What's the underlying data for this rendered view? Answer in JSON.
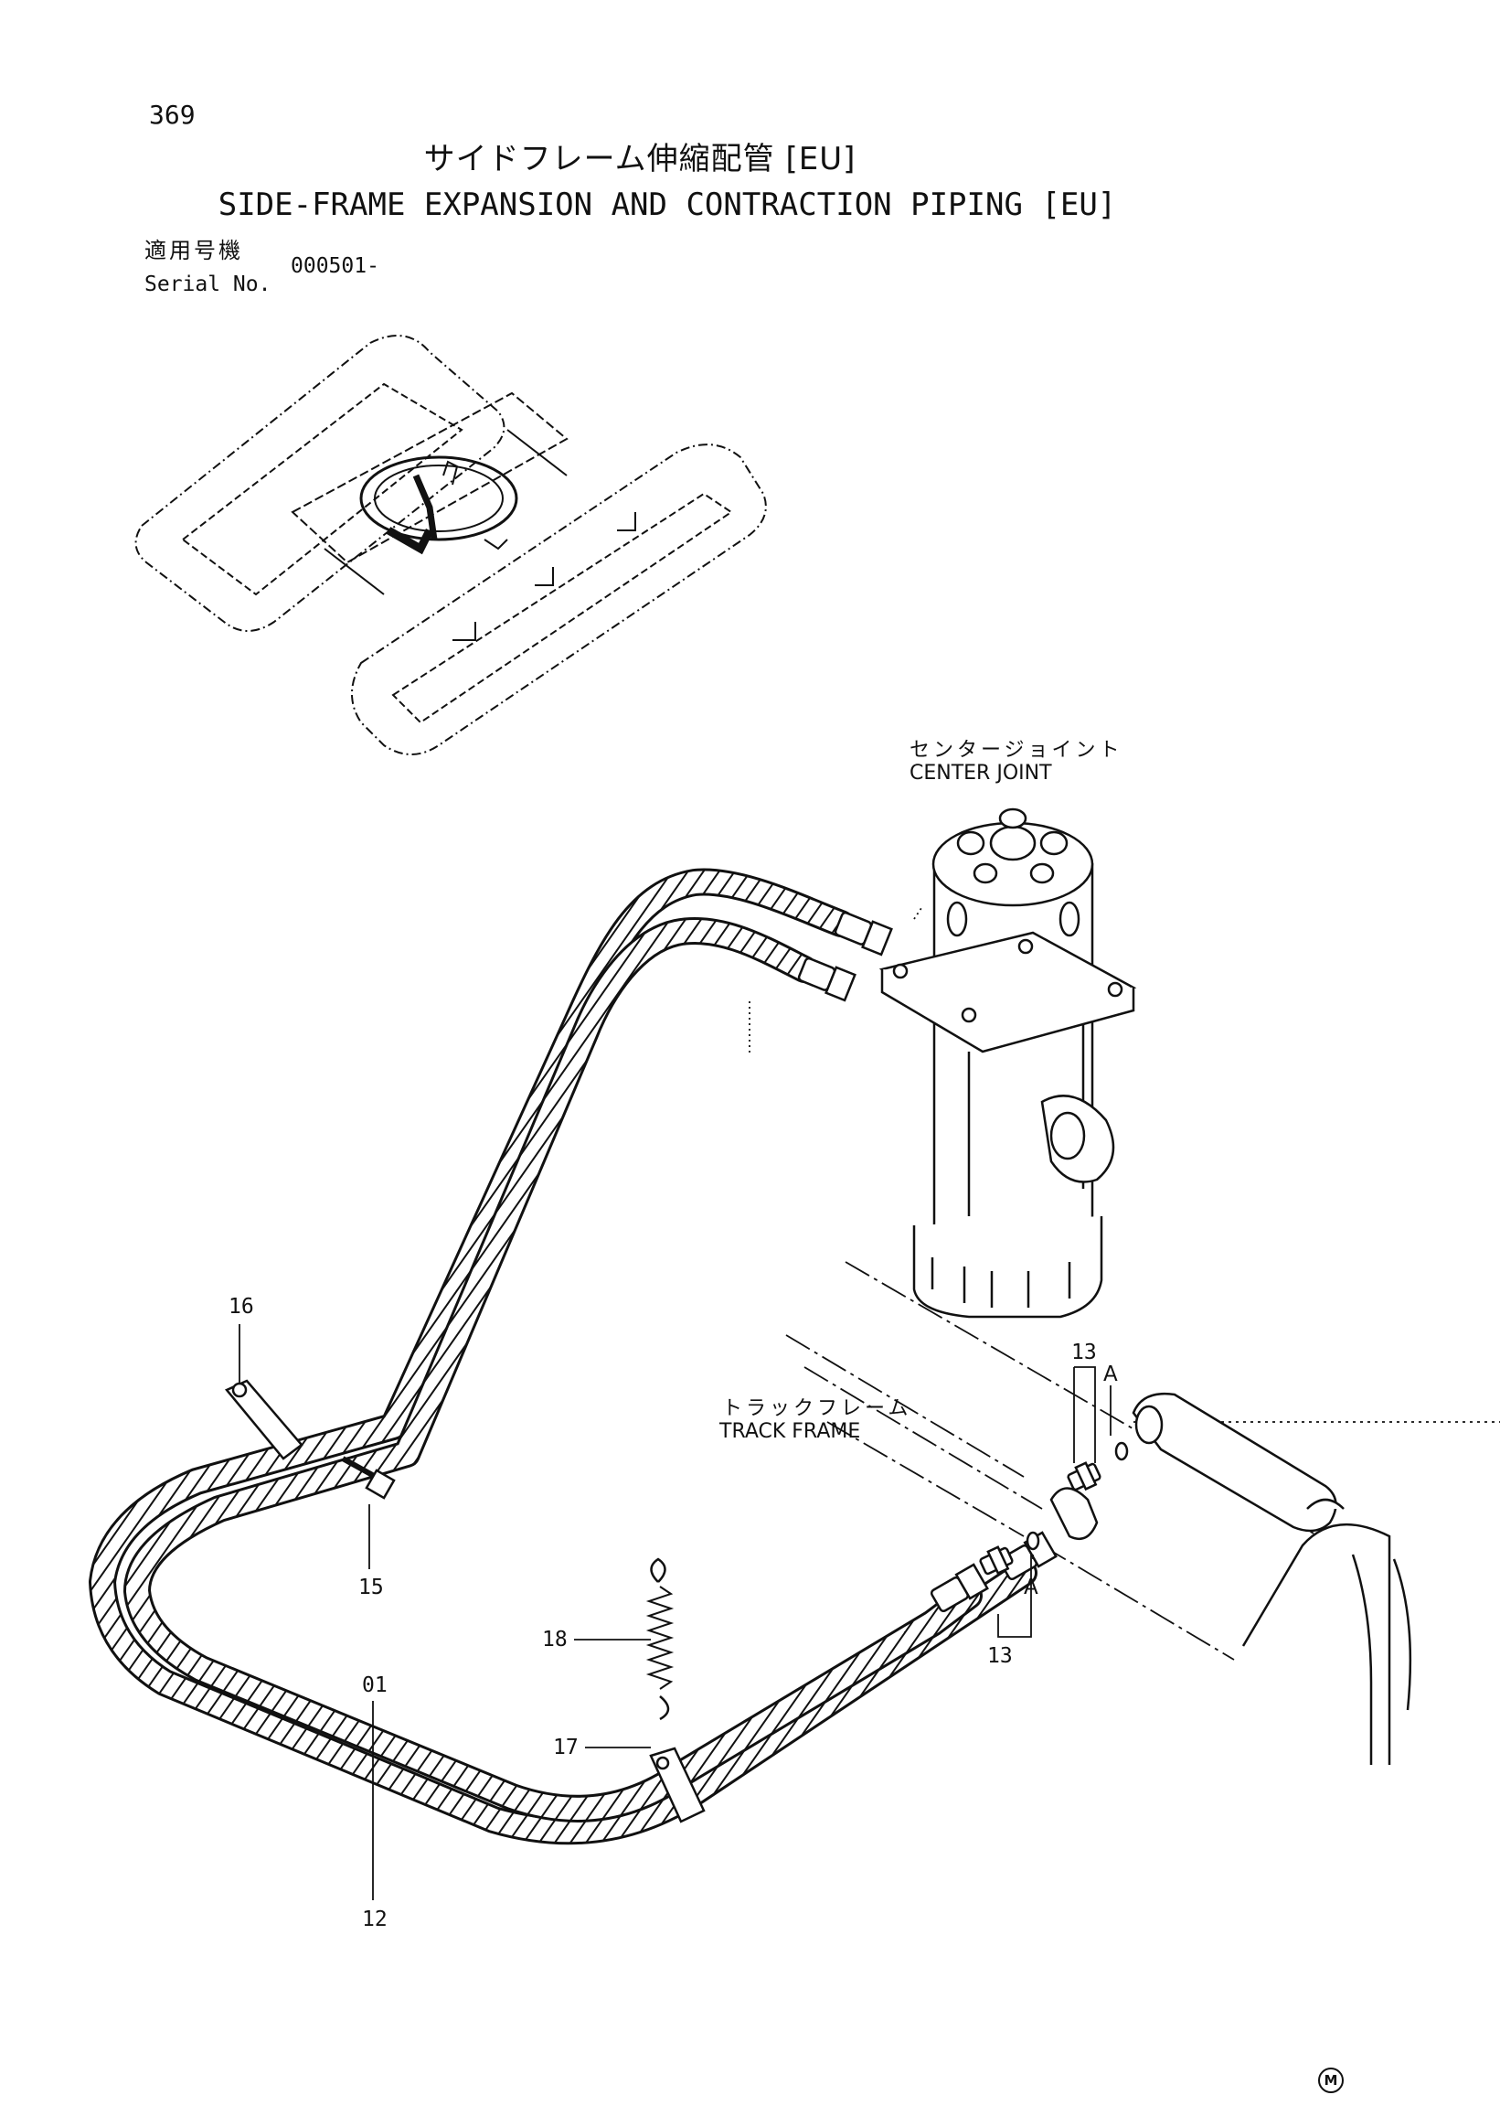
{
  "page": {
    "number": "369",
    "title_jp": "サイドフレーム伸縮配管 [EU]",
    "title_en": "SIDE-FRAME EXPANSION AND CONTRACTION PIPING [EU]",
    "serial_label_jp": "適用号機",
    "serial_label_en": "Serial No.",
    "serial_value": "000501-"
  },
  "labels": {
    "center_joint_jp": "センタージョイント",
    "center_joint_en": "CENTER JOINT",
    "track_frame_jp": "トラックフレーム",
    "track_frame_en": "TRACK FRAME"
  },
  "callouts": {
    "c01": "01",
    "c12": "12",
    "c13_top": "13",
    "c13_bottom": "13",
    "c15": "15",
    "c16": "16",
    "c17": "17",
    "c18": "18",
    "a_top": "A",
    "a_bottom": "A"
  },
  "footer": {
    "maker_mark": "M"
  }
}
